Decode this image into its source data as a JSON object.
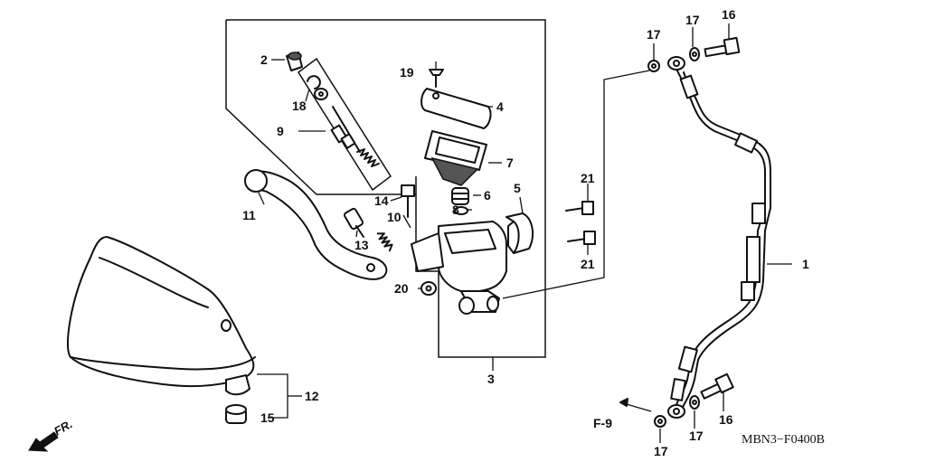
{
  "callouts": {
    "c1": "1",
    "c2": "2",
    "c3": "3",
    "c4": "4",
    "c5": "5",
    "c6": "6",
    "c7": "7",
    "c8": "8",
    "c9": "9",
    "c10": "10",
    "c11": "11",
    "c12": "12",
    "c13": "13",
    "c14": "14",
    "c15": "15",
    "c16a": "16",
    "c16b": "16",
    "c17a": "17",
    "c17b": "17",
    "c17c": "17",
    "c17d": "17",
    "c18": "18",
    "c19": "19",
    "c20": "20",
    "c21a": "21",
    "c21b": "21"
  },
  "ref_label": "F-9",
  "direction_label": "FR.",
  "diagram_code": "MBN3−F0400B"
}
